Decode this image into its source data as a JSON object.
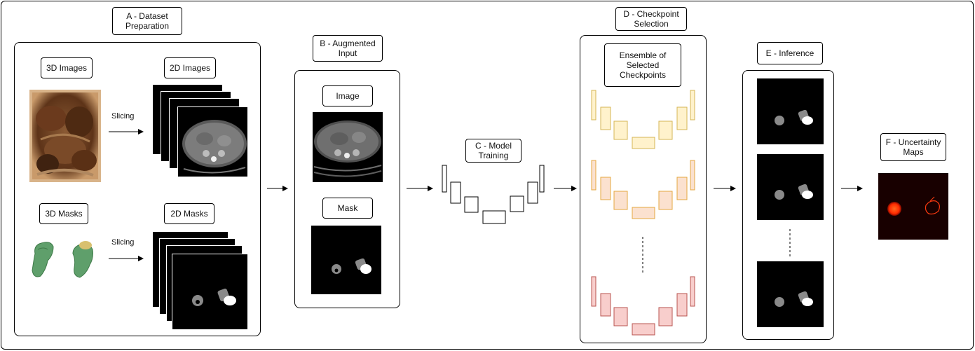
{
  "section_a": {
    "title": "A - Dataset\nPreparation",
    "images_3d_label": "3D Images",
    "images_2d_label": "2D Images",
    "masks_3d_label": "3D Masks",
    "masks_2d_label": "2D Masks",
    "slicing_top": "Slicing",
    "slicing_bottom": "Slicing"
  },
  "section_b": {
    "title": "B - Augmented\nInput",
    "image_label": "Image",
    "mask_label": "Mask"
  },
  "section_c": {
    "title": "C - Model\nTraining"
  },
  "section_d": {
    "title": "D - Checkpoint\nSelection",
    "ensemble_label": "Ensemble of\nSelected\nCheckpoints"
  },
  "section_e": {
    "title": "E - Inference"
  },
  "section_f": {
    "title": "F - Uncertainty\nMaps"
  },
  "colors": {
    "checkpoint_1_fill": "#fff2cc",
    "checkpoint_1_stroke": "#d6b656",
    "checkpoint_2_fill": "#fbe1cf",
    "checkpoint_2_stroke": "#e6a840",
    "checkpoint_3_fill": "#f8cecc",
    "checkpoint_3_stroke": "#b85450",
    "tissue_3d": "#7a4a2a",
    "mask_3d": "#5fa06a",
    "uncertainty": "#ff3a10"
  }
}
